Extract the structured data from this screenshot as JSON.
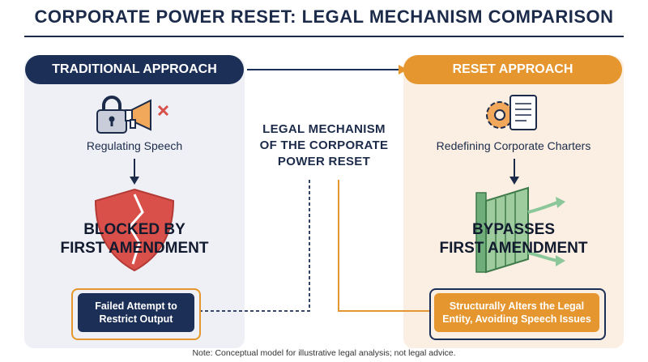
{
  "title": "CORPORATE POWER RESET: LEGAL MECHANISM COMPARISON",
  "left": {
    "header": "TRADITIONAL APPROACH",
    "caption": "Regulating Speech",
    "result_line1": "BLOCKED BY",
    "result_line2": "FIRST AMENDMENT",
    "box_line1": "Failed Attempt to",
    "box_line2": "Restrict Output"
  },
  "right": {
    "header": "RESET APPROACH",
    "caption": "Redefining Corporate Charters",
    "result_line1": "BYPASSES",
    "result_line2": "FIRST AMENDMENT",
    "box_line1": "Structurally Alters the Legal",
    "box_line2": "Entity, Avoiding Speech Issues"
  },
  "center": {
    "line1": "LEGAL MECHANISM",
    "line2": "OF THE CORPORATE",
    "line3": "POWER RESET"
  },
  "note": "Note: Conceptual model for illustrative legal analysis; not legal advice.",
  "colors": {
    "navy": "#1c2f57",
    "orange": "#e6962e",
    "red": "#d9504a",
    "green": "#6fae7a"
  },
  "icons": [
    "lock-icon",
    "megaphone-icon",
    "cross-icon",
    "broken-shield-icon",
    "gear-icon",
    "document-icon",
    "gate-icon",
    "bypass-arrows-icon"
  ]
}
